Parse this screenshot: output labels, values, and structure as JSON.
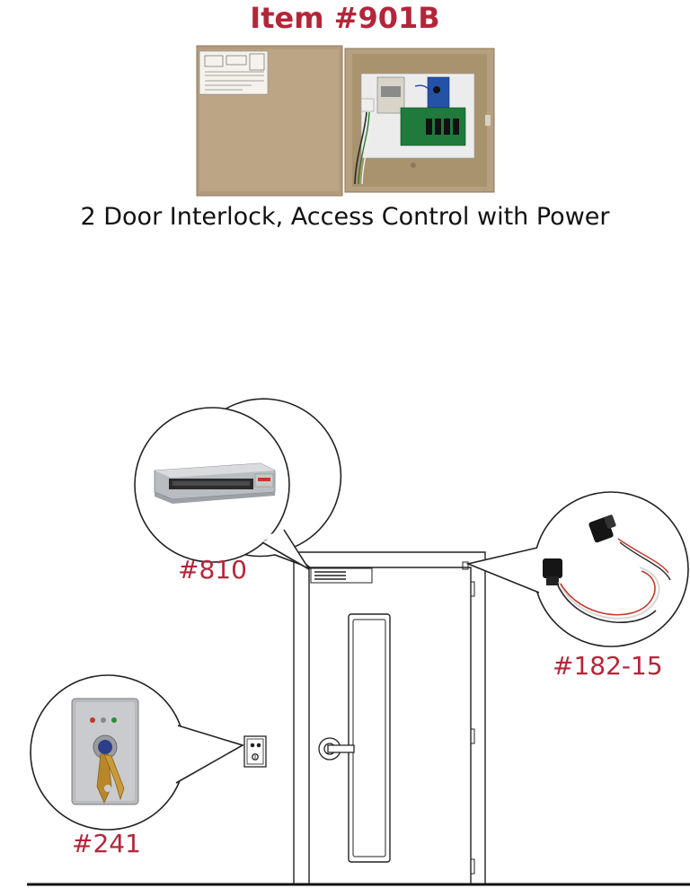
{
  "title": "Item #901B",
  "subtitle": "2 Door Interlock, Access Control with Power",
  "callouts": [
    {
      "part": "#810"
    },
    {
      "part": "#182-15"
    },
    {
      "part": "#241"
    }
  ],
  "colors": {
    "accent": "#b3263a",
    "enclosure": "#b09a7a",
    "line": "#222222"
  },
  "icons": [
    "power-supply-enclosure",
    "magnetic-lock",
    "door-position-switch",
    "key-switch-plate",
    "door-handle",
    "wall-switch"
  ]
}
